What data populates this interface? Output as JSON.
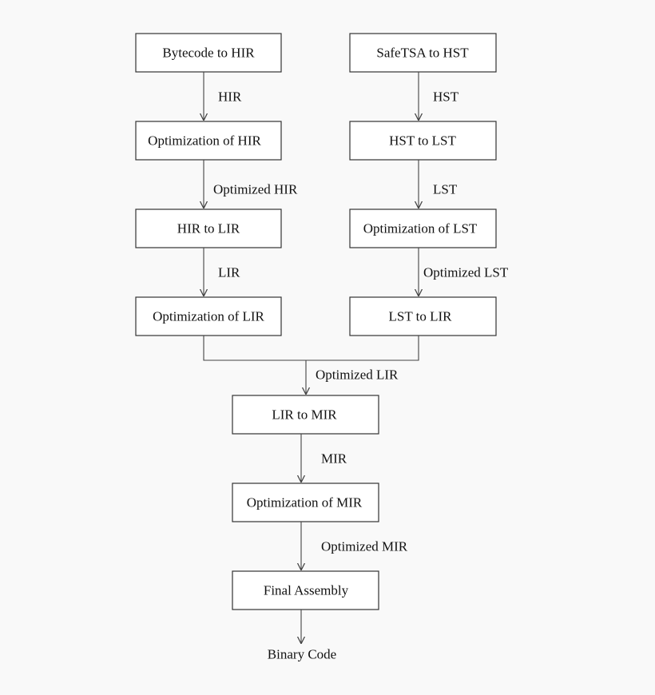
{
  "nodes": {
    "bytecode_to_hir": "Bytecode to HIR",
    "optimization_of_hir": "Optimization of HIR",
    "hir_to_lir": "HIR to LIR",
    "optimization_of_lir": "Optimization of LIR",
    "safetsa_to_hst": "SafeTSA to HST",
    "hst_to_lst": "HST to LST",
    "optimization_of_lst": "Optimization of LST",
    "lst_to_lir": "LST to LIR",
    "lir_to_mir": "LIR to MIR",
    "optimization_of_mir": "Optimization of MIR",
    "final_assembly": "Final Assembly"
  },
  "edges": {
    "hir": "HIR",
    "optimized_hir": "Optimized HIR",
    "lir": "LIR",
    "hst": "HST",
    "lst": "LST",
    "optimized_lst": "Optimized LST",
    "optimized_lir": "Optimized LIR",
    "mir": "MIR",
    "optimized_mir": "Optimized MIR"
  },
  "output": "Binary Code"
}
